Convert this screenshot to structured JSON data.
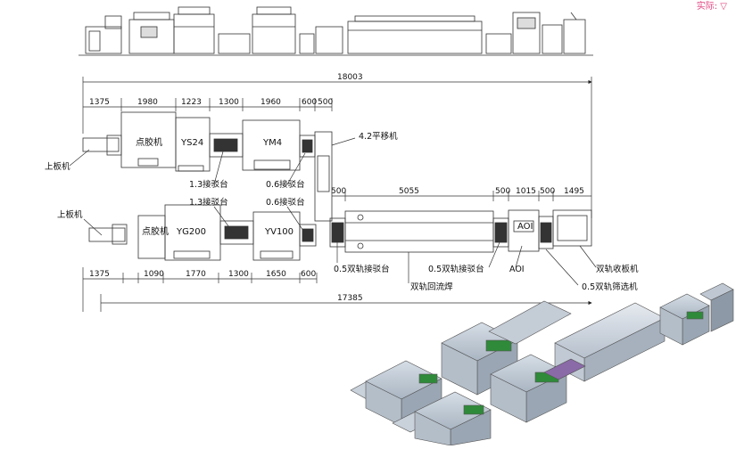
{
  "corner_note": "实际: ▽",
  "overall": {
    "top_total": "18003",
    "bottom_total": "17385"
  },
  "top_line": {
    "dims": [
      "1375",
      "1980",
      "1223",
      "1300",
      "1960",
      "600",
      "500"
    ],
    "machines": [
      "点胶机",
      "YS24",
      "YM4"
    ]
  },
  "middle_dims": [
    "500",
    "5055",
    "500",
    "1015",
    "500",
    "1495"
  ],
  "bottom_line": {
    "dims": [
      "1375",
      "1090",
      "1770",
      "1300",
      "1650",
      "600"
    ],
    "machines": [
      "点胶机",
      "YG200",
      "YV100",
      "AOI"
    ]
  },
  "callouts": {
    "loader_top": "上板机",
    "loader_bottom": "上板机",
    "conveyor_top": "1.3接驳台",
    "conveyor_mid": "1.3接驳台",
    "conveyor_06_a": "0.6接驳台",
    "conveyor_06_b": "0.6接驳台",
    "shuttle": "4.2平移机",
    "dual_conveyor_a": "0.5双轨接驳台",
    "dual_conveyor_b": "0.5双轨接驳台",
    "aoi": "AOI",
    "dual_unloader": "双轨收板机",
    "reflow": "双轨回流焊",
    "dual_screener": "0.5双轨筛选机"
  }
}
